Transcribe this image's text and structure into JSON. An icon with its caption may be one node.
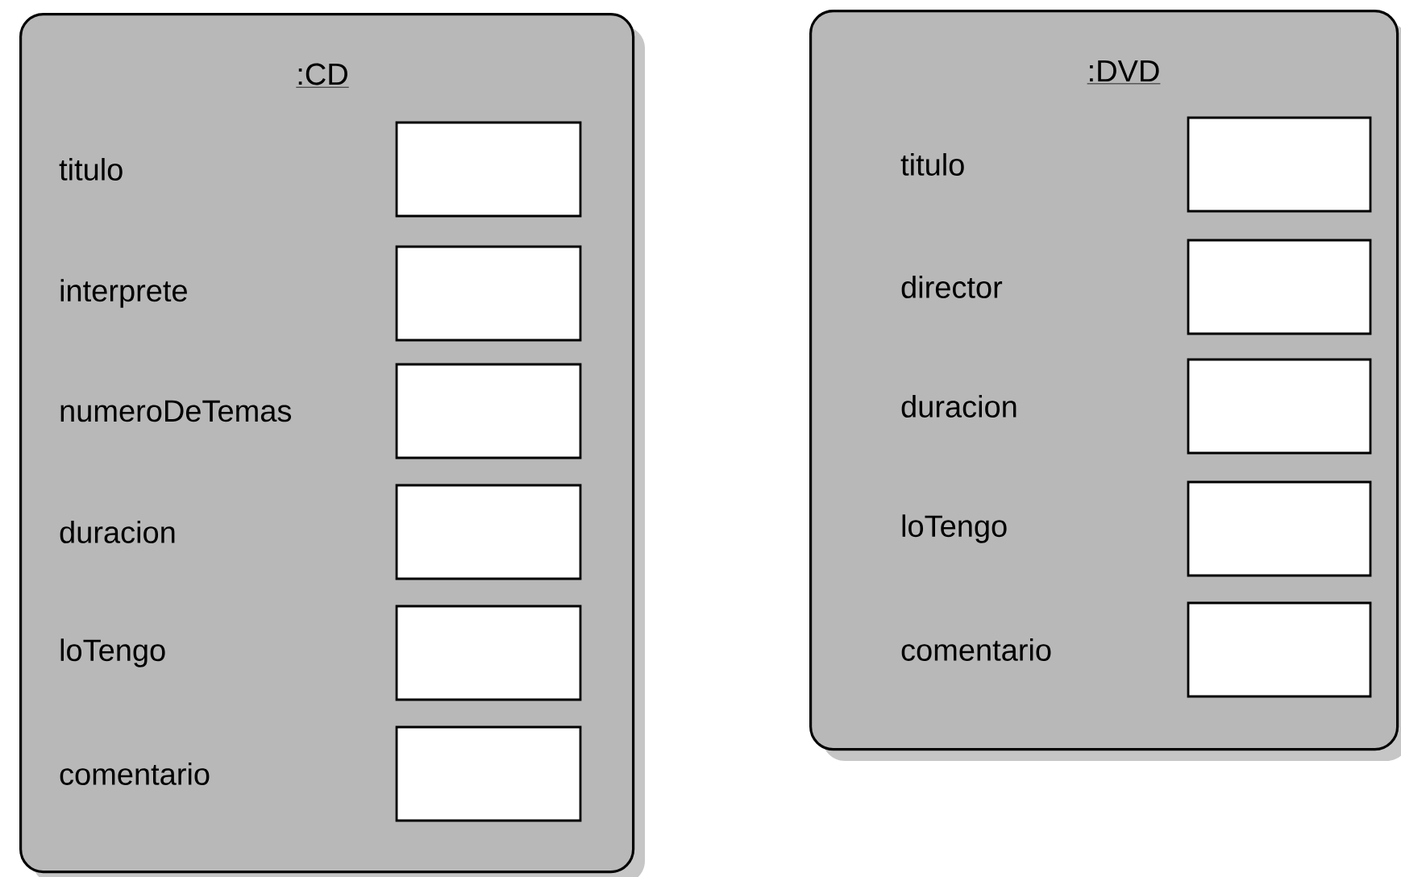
{
  "diagram": {
    "nodes": [
      {
        "text": [
          ":CD",
          "titulo",
          "interprete",
          "numeroDeTemas",
          "duracion",
          "loTengo",
          "comentario"
        ]
      },
      {
        "text": [],
        "shape": "box",
        "in": 0
      },
      {
        "text": [],
        "shape": "box",
        "in": 0
      },
      {
        "text": [],
        "shape": "box",
        "in": 0
      },
      {
        "text": [],
        "shape": "box",
        "in": 0
      },
      {
        "text": [],
        "shape": "box",
        "in": 0
      },
      {
        "text": [],
        "shape": "box",
        "in": 0
      },
      {
        "text": [
          ":DVD",
          "titulo",
          "director",
          "duracion",
          "loTengo",
          "comentario"
        ]
      },
      {
        "text": [],
        "shape": "box",
        "in": 7
      },
      {
        "text": [],
        "shape": "box",
        "in": 7
      },
      {
        "text": [],
        "shape": "box",
        "in": 7
      },
      {
        "text": [],
        "shape": "box",
        "in": 7
      },
      {
        "text": [],
        "shape": "box",
        "in": 7
      }
    ]
  }
}
